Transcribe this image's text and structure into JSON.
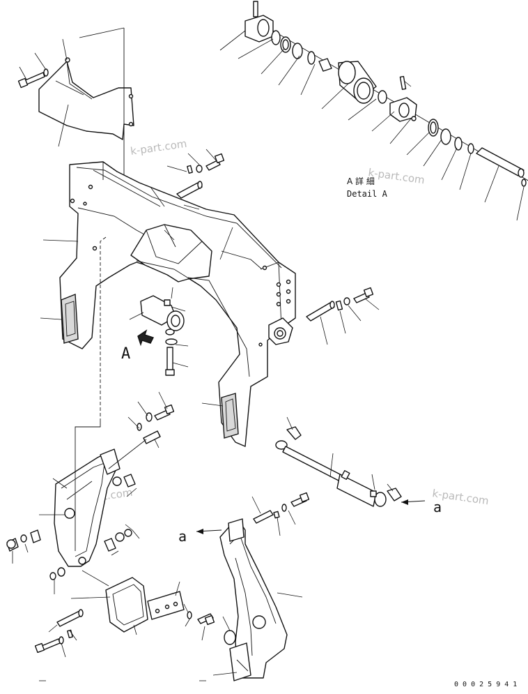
{
  "detail": {
    "title_jp": "A 詳 細",
    "title_en": "Detail A"
  },
  "labels": {
    "view_a_large": "A",
    "arrow_a_left": "a",
    "arrow_a_right": "a"
  },
  "watermark": "k-part.com",
  "drawing_number": "0 0 0 2 5 9 4 1",
  "colors": {
    "line": "#111111",
    "watermark": "#b9b9b9",
    "fill_dark": "#d9d9d9"
  }
}
